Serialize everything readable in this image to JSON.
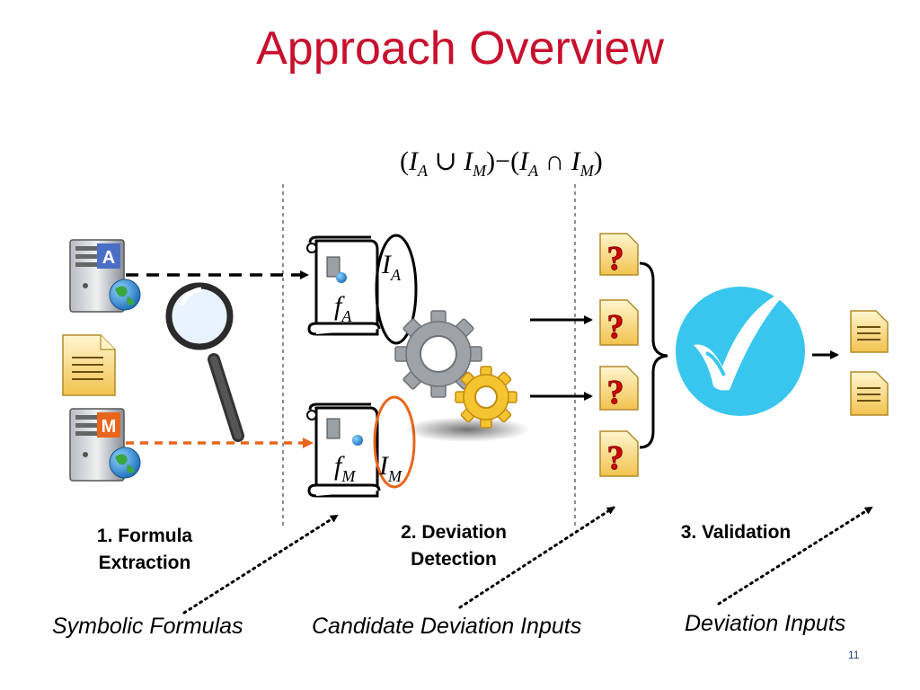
{
  "slide": {
    "title": "Approach Overview",
    "page_number": "11"
  },
  "formula": {
    "I": "I",
    "sub_A": "A",
    "sub_M": "M",
    "union": "∪",
    "intersection": "∩",
    "minus": "−"
  },
  "servers": {
    "server_a_label": "A",
    "server_m_label": "M"
  },
  "formula_labels": {
    "f": "f",
    "I": "I",
    "sub_A": "A",
    "sub_M": "M"
  },
  "steps": {
    "step1": "1. Formula Extraction",
    "step2": "2. Deviation Detection",
    "step3": "3. Validation"
  },
  "captions": {
    "symbolic_formulas": "Symbolic Formulas",
    "candidate_inputs": "Candidate Deviation Inputs",
    "deviation_inputs": "Deviation Inputs"
  },
  "colors": {
    "title": "#c8102e",
    "accent_orange": "#e8661c",
    "check_circle": "#38c6ee",
    "question_red": "#d60000",
    "document_yellow": "#f7d36b"
  },
  "icons": [
    "server-icon",
    "globe-icon",
    "document-icon",
    "magnifier-icon",
    "scroll-icon",
    "gear-icon",
    "question-document-icon",
    "checkmark-icon"
  ]
}
